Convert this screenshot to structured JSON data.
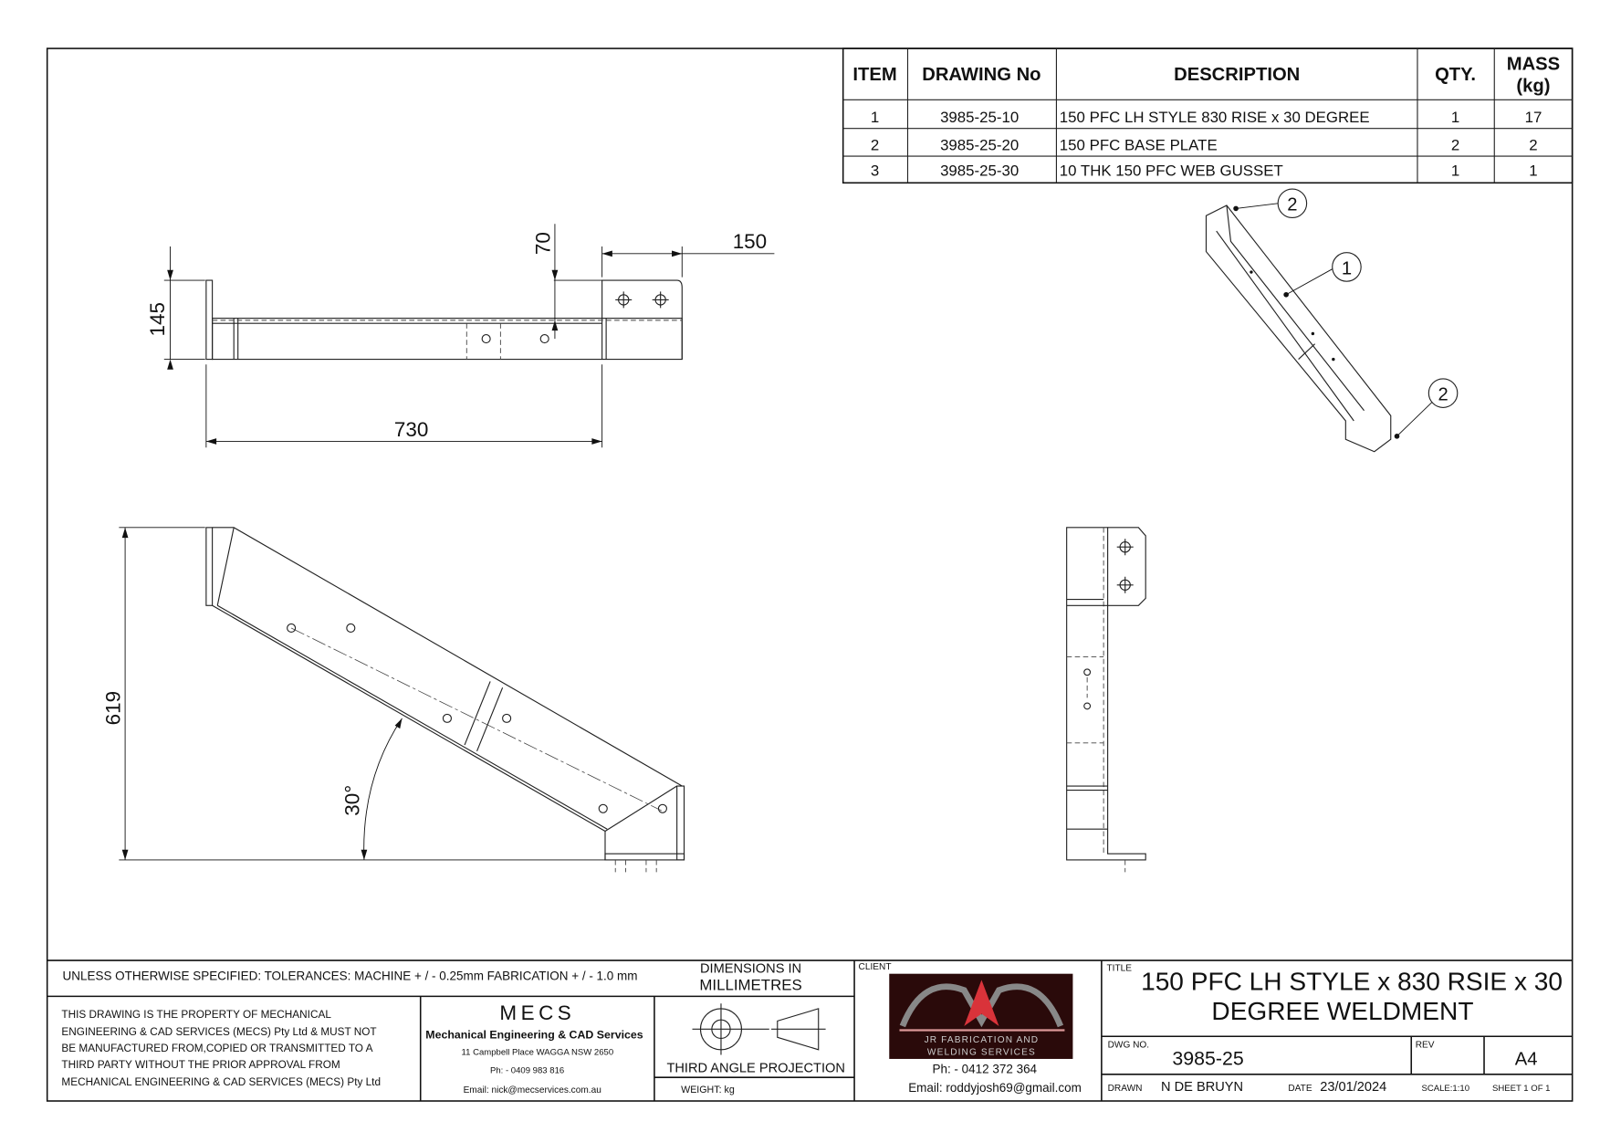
{
  "bom": {
    "headers": {
      "item": "ITEM",
      "drawing_no": "DRAWING No",
      "description": "DESCRIPTION",
      "qty": "QTY.",
      "mass_1": "MASS",
      "mass_2": "(kg)"
    },
    "rows": [
      {
        "item": "1",
        "drawing_no": "3985-25-10",
        "description": "150 PFC LH STYLE 830 RISE x 30 DEGREE",
        "qty": "1",
        "mass": "17"
      },
      {
        "item": "2",
        "drawing_no": "3985-25-20",
        "description": "150 PFC BASE PLATE",
        "qty": "2",
        "mass": "2"
      },
      {
        "item": "3",
        "drawing_no": "3985-25-30",
        "description": "10 THK 150 PFC WEB GUSSET",
        "qty": "1",
        "mass": "1"
      }
    ]
  },
  "dimensions": {
    "d145": "145",
    "d70": "70",
    "d150": "150",
    "d730": "730",
    "d619": "619",
    "angle": "30°"
  },
  "balloons": [
    "2",
    "1",
    "2"
  ],
  "title_block": {
    "tolerances": "UNLESS OTHERWISE SPECIFIED: TOLERANCES: MACHINE + / - 0.25mm  FABRICATION + / - 1.0 mm",
    "dims_in_1": "DIMENSIONS IN",
    "dims_in_2": "MILLIMETRES",
    "property": [
      "THIS DRAWING IS THE PROPERTY OF MECHANICAL",
      "ENGINEERING & CAD SERVICES (MECS) Pty Ltd & MUST NOT",
      "BE MANUFACTURED FROM,COPIED OR TRANSMITTED TO A",
      "THIRD PARTY WITHOUT THE PRIOR APPROVAL FROM",
      "MECHANICAL ENGINEERING & CAD SERVICES (MECS) Pty Ltd"
    ],
    "mecs_logo": "MECS",
    "mecs_name": "Mechanical Engineering & CAD Services",
    "mecs_address": "11 Campbell Place WAGGA NSW 2650",
    "mecs_phone": "Ph: - 0409 983 816",
    "mecs_email": "Email: nick@mecservices.com.au",
    "projection": "THIRD ANGLE PROJECTION",
    "weight": "WEIGHT: kg",
    "client_label": "CLIENT",
    "client_logo_1": "JR FABRICATION AND",
    "client_logo_2": "WELDING SERVICES",
    "client_phone": "Ph: - 0412 372 364",
    "client_email": "Email: roddyjosh69@gmail.com",
    "title_label": "TITLE",
    "title_1": "150 PFC LH STYLE x 830 RSIE x 30",
    "title_2": "DEGREE WELDMENT",
    "dwg_no_label": "DWG NO.",
    "dwg_no": "3985-25",
    "rev_label": "REV",
    "size": "A4",
    "drawn_label": "DRAWN",
    "drawn": "N DE BRUYN",
    "date_label": "DATE",
    "date": "23/01/2024",
    "scale": "SCALE:1:10",
    "sheet": "SHEET 1 OF 1"
  },
  "colors": {
    "logo_bg": "#2a0a0a",
    "logo_red": "#d9333a"
  }
}
